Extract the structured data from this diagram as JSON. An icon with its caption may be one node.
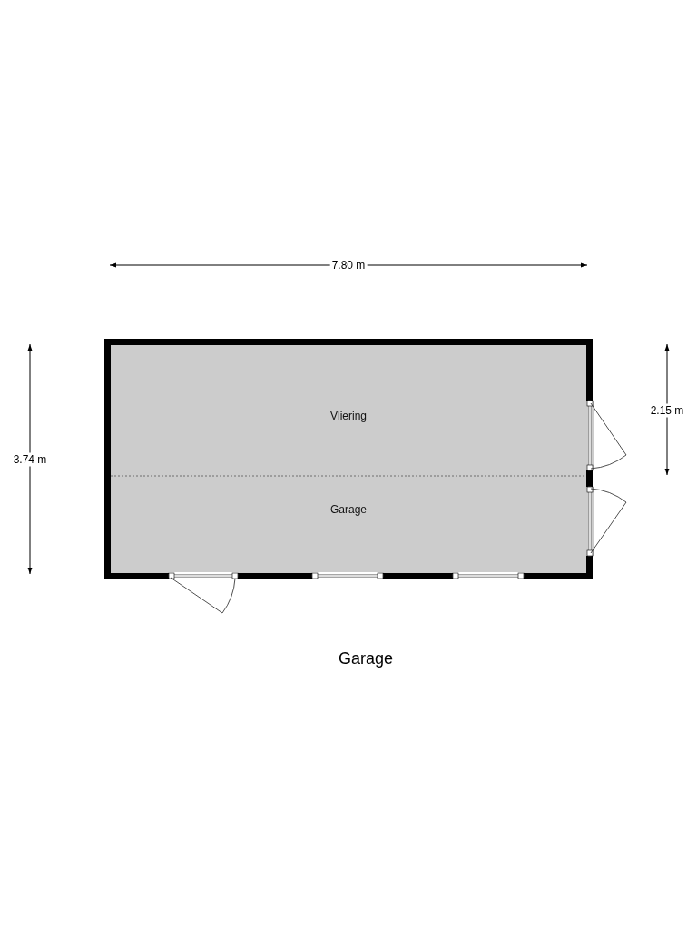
{
  "diagram": {
    "caption": "Garage",
    "nodes": [
      {
        "text": [
          "Vliering"
        ]
      },
      {
        "text": [
          "Garage"
        ]
      }
    ],
    "edges": [],
    "labels": [
      "7.80 m",
      "3.74 m",
      "2.15 m"
    ]
  }
}
